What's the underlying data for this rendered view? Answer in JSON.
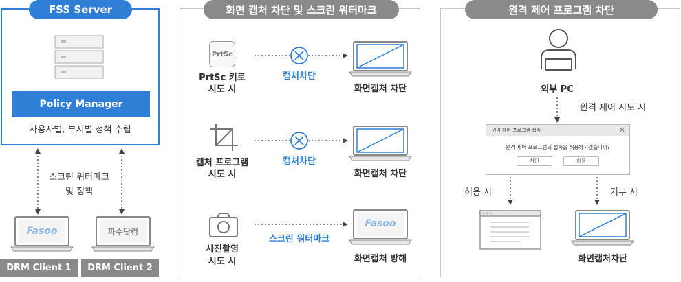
{
  "left": {
    "server_title": "FSS Server",
    "policy_manager": "Policy Manager",
    "policy_desc": "사용자별, 부서별 정책 수립",
    "link_label_1": "스크린 워터마크",
    "link_label_2": "및 정책",
    "client1_screen": "Fasoo",
    "client2_screen": "파수닷컴",
    "client1_label": "DRM Client 1",
    "client2_label": "DRM Client 2"
  },
  "middle": {
    "title": "화면 캡처 차단 및 스크린 워터마크",
    "rows": [
      {
        "icon_text": "PrtSc",
        "label_1": "PrtSc 키로",
        "label_2": "시도 시",
        "action": "캡처차단",
        "result": "화면캡처 차단"
      },
      {
        "label_1": "캡처 프로그램",
        "label_2": "시도 시",
        "action": "캡처차단",
        "result": "화면캡처 차단"
      },
      {
        "label_1": "사진촬영",
        "label_2": "시도 시",
        "action": "스크린 워터마크",
        "screen_text": "Fasoo",
        "result": "화면캡처 방해"
      }
    ]
  },
  "right": {
    "title": "원격 제어 프로그램 차단",
    "external_pc": "외부 PC",
    "attempt": "원격 제어 시도 시",
    "dialog_title": "원격 제어 프로그램 접속",
    "dialog_message": "원격 제어 프로그램의 접속을 허용하시겠습니까?",
    "btn_block": "차단",
    "btn_allow": "허용",
    "allow_label": "허용 시",
    "deny_label": "거부 시",
    "result": "화면캡처차단"
  },
  "colors": {
    "accent": "#2f7fd6",
    "gray": "#8a8a8a"
  }
}
